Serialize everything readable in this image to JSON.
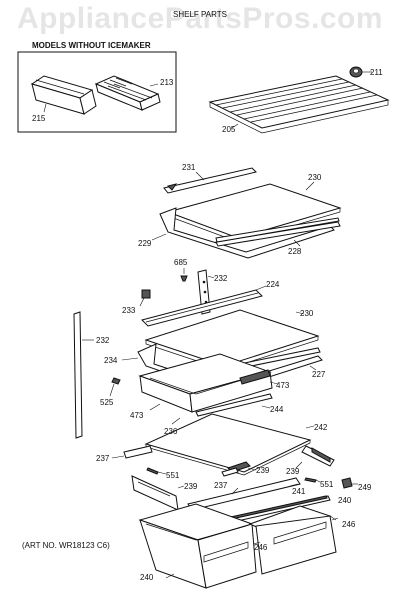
{
  "watermark": "AppliancePartsPros.com",
  "title": "SHELF PARTS",
  "inset_title": "MODELS WITHOUT ICEMAKER",
  "art_no": "(ART NO. WR18123 C6)",
  "labels": {
    "p211": "211",
    "p205": "205",
    "p213": "213",
    "p215": "215",
    "p231": "231",
    "p230a": "230",
    "p229": "229",
    "p228": "228",
    "p685": "685",
    "p232a": "232",
    "p224": "224",
    "p233": "233",
    "p230b": "230",
    "p232b": "232",
    "p234": "234",
    "p227": "227",
    "p473a": "473",
    "p525": "525",
    "p473b": "473",
    "p244": "244",
    "p236": "236",
    "p242": "242",
    "p237a": "237",
    "p551a": "551",
    "p239a": "239",
    "p239b": "239",
    "p239c": "239",
    "p237b": "237",
    "p241": "241",
    "p551b": "551",
    "p249": "249",
    "p240a": "240",
    "p246a": "246",
    "p246b": "246",
    "p240b": "240"
  }
}
